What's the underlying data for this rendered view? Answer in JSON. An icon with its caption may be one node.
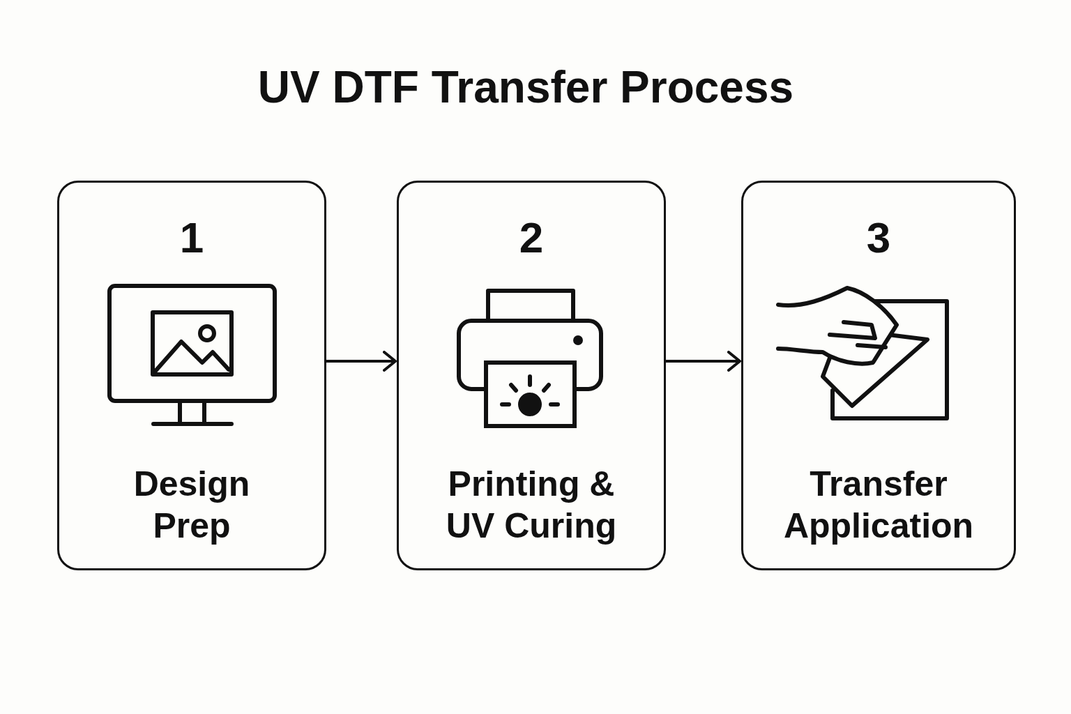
{
  "diagram": {
    "title": "UV DTF Transfer Process",
    "nodes": [
      {
        "text": [
          "1",
          "Design Prep"
        ]
      },
      {
        "text": [
          "2",
          "Printing & UV Curing"
        ]
      },
      {
        "text": [
          "3",
          "Transfer Application"
        ]
      }
    ],
    "edges": [
      {
        "from": 0,
        "to": 1,
        "arrow": "to"
      },
      {
        "from": 1,
        "to": 2,
        "arrow": "to"
      }
    ]
  }
}
